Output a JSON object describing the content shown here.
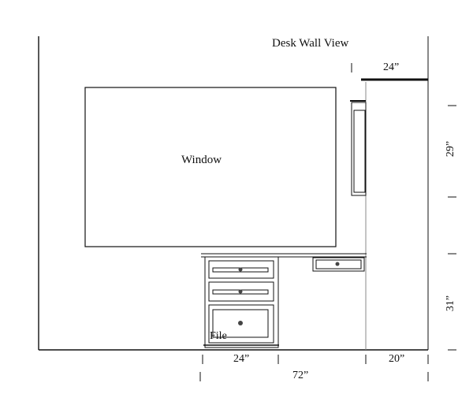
{
  "title": "Desk Wall View",
  "labels": {
    "window": "Window",
    "file": "File"
  },
  "dimensions": {
    "top_width": "24”",
    "upper_height": "29”",
    "lower_height": "31”",
    "desk_width": "24”",
    "side_width": "20”",
    "total_width": "72”"
  }
}
